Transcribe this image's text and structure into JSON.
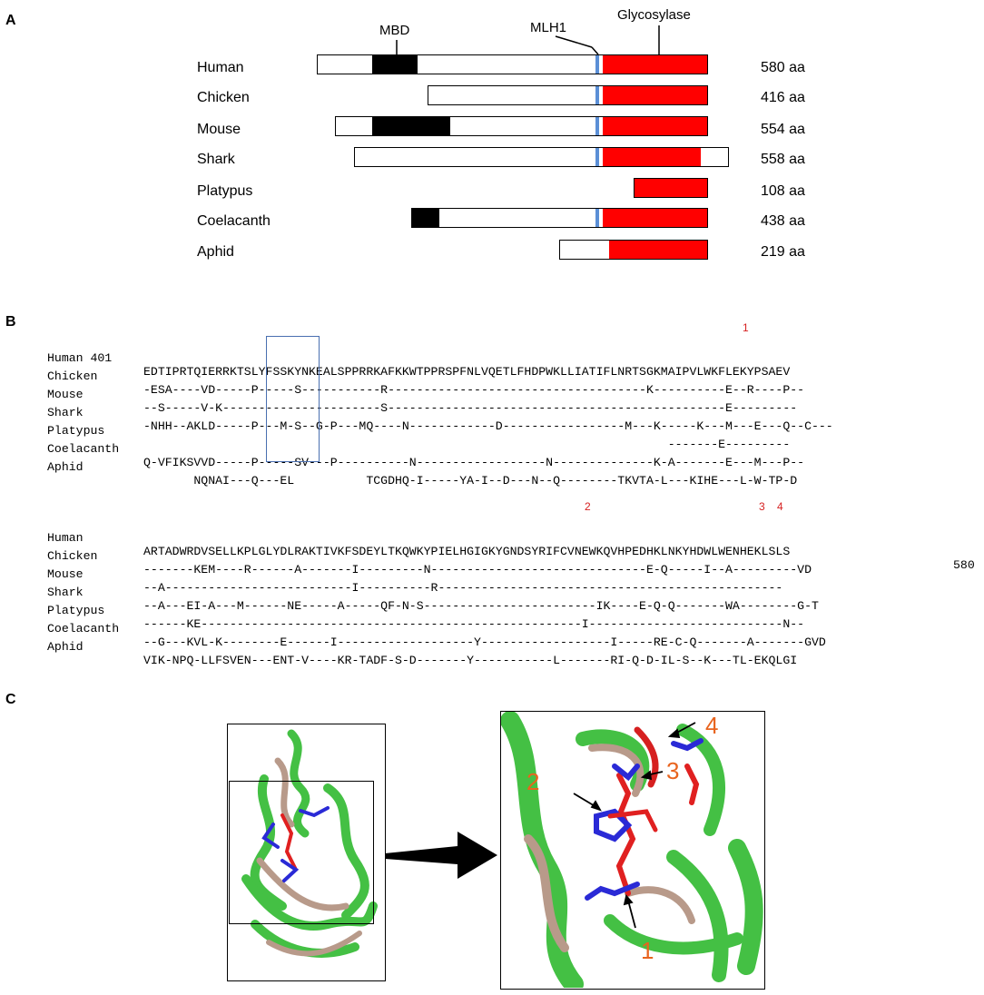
{
  "panelA": {
    "letter": "A",
    "domains": {
      "mbd": "MBD",
      "mlh1": "MLH1",
      "glycosylase": "Glycosylase"
    },
    "rows": [
      {
        "name": "Human",
        "length": "580 aa"
      },
      {
        "name": "Chicken",
        "length": "416 aa"
      },
      {
        "name": "Mouse",
        "length": "554 aa"
      },
      {
        "name": "Shark",
        "length": "558 aa"
      },
      {
        "name": "Platypus",
        "length": "108 aa"
      },
      {
        "name": "Coelacanth",
        "length": "438 aa"
      },
      {
        "name": "Aphid",
        "length": "219 aa"
      }
    ],
    "colors": {
      "mbd": "#000000",
      "glycosylase": "#ff0000",
      "mlh1": "#5b8fd6"
    }
  },
  "panelB": {
    "letter": "B",
    "block1": {
      "names": [
        "Human 401",
        "Chicken",
        "Mouse",
        "Shark",
        "Platypus",
        "Coelacanth",
        "Aphid"
      ],
      "seqs": [
        "EDTIPRTQIERRKTSLYFSSKYNKEALSPPRRKAFKKWTPPRSPFNLVQETLFHDPWKLLIATIFLNRTSGKMAIPVLWKFLEKYPSAEV",
        "-ESA----VD-----P-----S-----------R------------------------------------K----------E--R----P--",
        "--S-----V-K----------------------S-----------------------------------------------E---------",
        "-NHH--AKLD-----P---M-S--G-P---MQ----N------------D-----------------M---K-----K---M---E---Q--C---",
        "                                                                         -------E---------",
        "Q-VFIKSVVD-----P-----SV---P----------N------------------N--------------K-A-------E---M---P--",
        "       NQNAI---Q---EL          TCGDHQ-I-----YA-I--D---N--Q--------TKVTA-L---KIHE---L-W-TP-D"
      ],
      "marker1": "1"
    },
    "block2": {
      "names": [
        "Human",
        "Chicken",
        "Mouse",
        "Shark",
        "Platypus",
        "Coelacanth",
        "Aphid"
      ],
      "seqs": [
        "ARTADWRDVSELLKPLGLYDLRAKTIVKFSDEYLTKQWKYPIELHGIGKYGNDSYRIFCVNEWKQVHPEDHKLNKYHDWLWENHEKLSLS",
        "-------KEM----R------A-------I---------N------------------------------E-Q-----I--A---------VD",
        "--A--------------------------I----------R------------------------------------------------",
        "--A---EI-A---M------NE-----A-----QF-N-S------------------------IK----E-Q-Q-------WA--------G-T",
        "------KE-----------------------------------------------------I---------------------------N--",
        "--G---KVL-K--------E------I-------------------Y------------------I-----RE-C-Q-------A-------GVD",
        "VIK-NPQ-LLFSVEN---ENT-V----KR-TADF-S-D-------Y-----------L-------RI-Q-D-IL-S--K---TL-EKQLGI"
      ],
      "end_number": "580",
      "marker2": "2",
      "marker3": "3",
      "marker4": "4"
    }
  },
  "panelC": {
    "letter": "C",
    "labels": {
      "n1": "1",
      "n2": "2",
      "n3": "3",
      "n4": "4"
    }
  }
}
